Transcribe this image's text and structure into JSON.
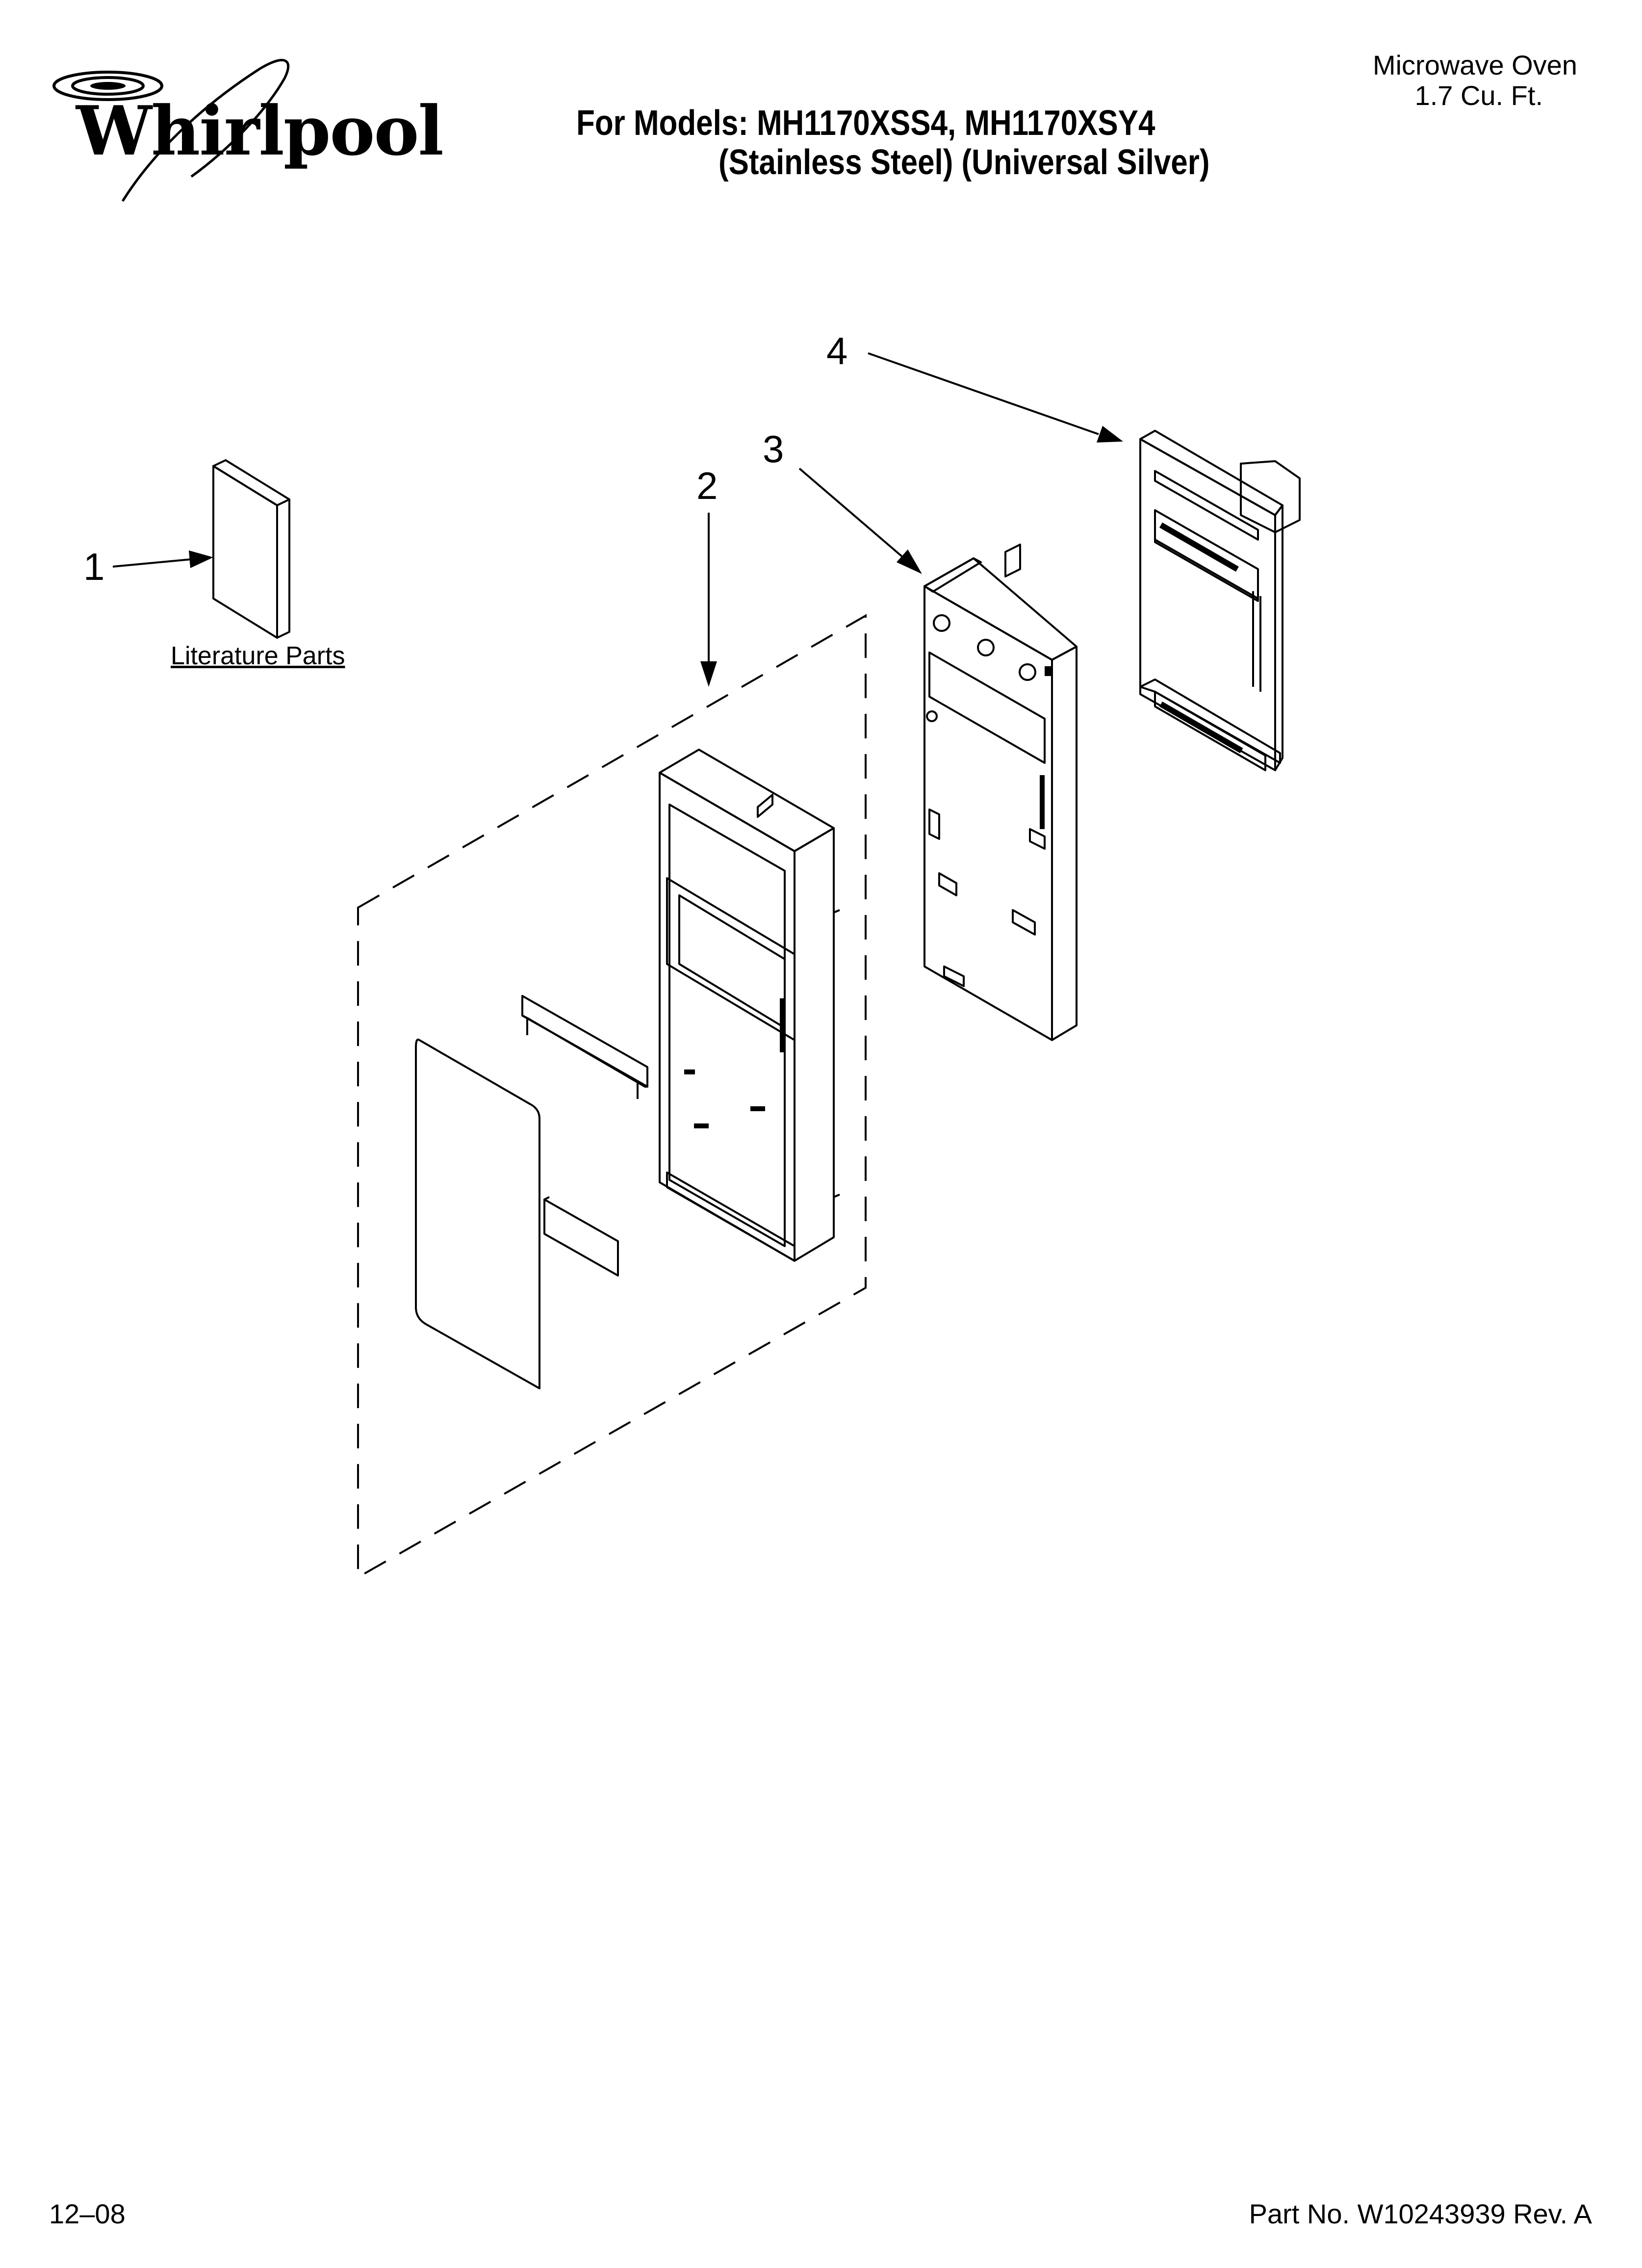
{
  "header": {
    "brand": "Whirlpool",
    "models_line_1": "For Models: MH1170XSS4, MH1170XSY4",
    "models_line_2": "(Stainless Steel) (Universal Silver)",
    "product_line_1": "Microwave Oven",
    "product_line_2": "1.7 Cu. Ft."
  },
  "callouts": [
    "1",
    "2",
    "3",
    "4"
  ],
  "literature_label": "Literature Parts",
  "footer": {
    "date": "12–08",
    "part_number": "Part No. W10243939 Rev. A"
  }
}
